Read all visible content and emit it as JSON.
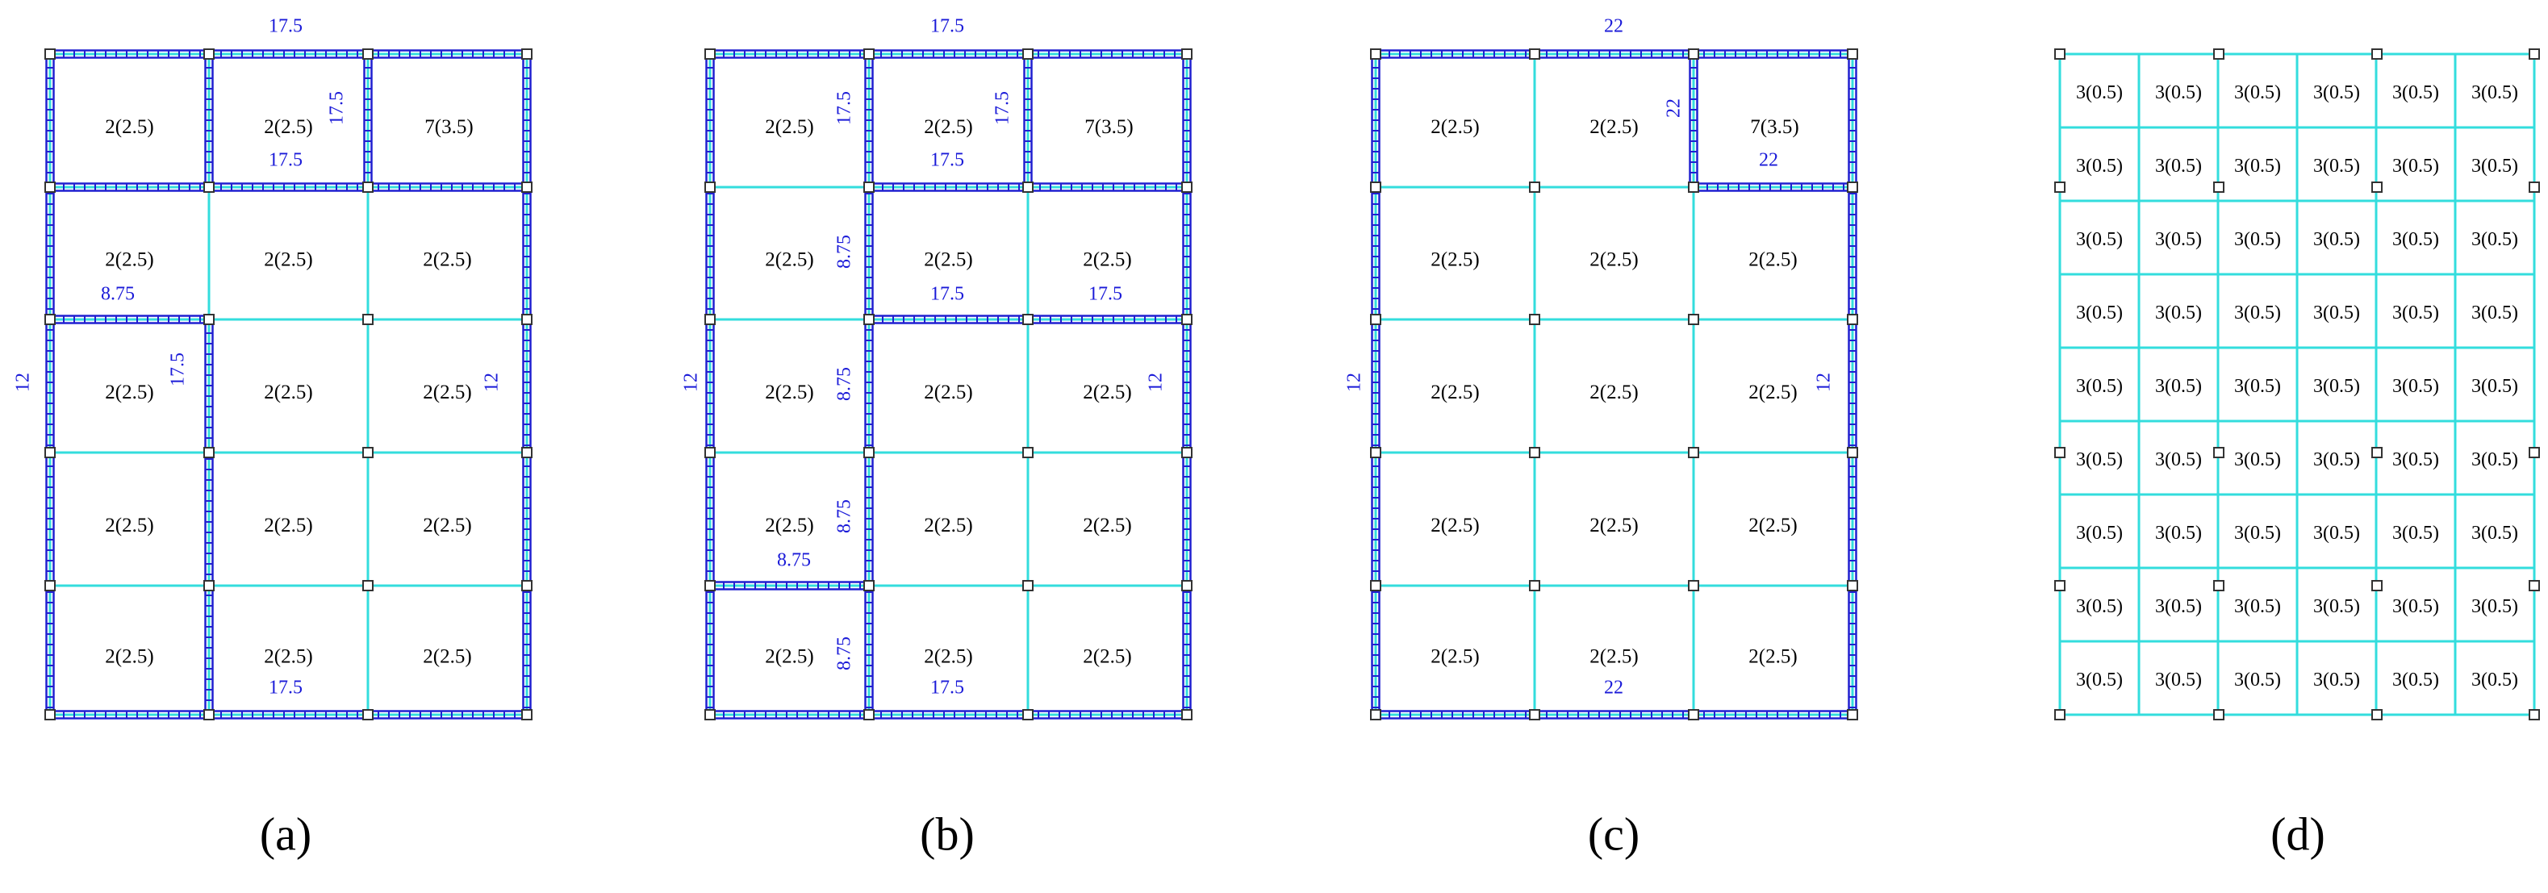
{
  "colors": {
    "grid": "#33dddd",
    "beam": "#2020d0",
    "node": "#333333",
    "text": "#000000",
    "blue_text": "#1a1ad8"
  },
  "panels": [
    {
      "id": "a",
      "caption": "(a)",
      "cells": [
        [
          "2(2.5)",
          "2(2.5)",
          "7(3.5)"
        ],
        [
          "2(2.5)",
          "2(2.5)",
          "2(2.5)"
        ],
        [
          "2(2.5)",
          "2(2.5)",
          "2(2.5)"
        ],
        [
          "2(2.5)",
          "2(2.5)",
          "2(2.5)"
        ],
        [
          "2(2.5)",
          "2(2.5)",
          "2(2.5)"
        ]
      ],
      "labels": {
        "top": "17.5",
        "row1_mid": "17.5",
        "col2_v": "17.5",
        "left_h": "8.75",
        "col1_v": "17.5",
        "left_side": "12",
        "right_side": "12",
        "bottom": "17.5"
      }
    },
    {
      "id": "b",
      "caption": "(b)",
      "cells": [
        [
          "2(2.5)",
          "2(2.5)",
          "7(3.5)"
        ],
        [
          "2(2.5)",
          "2(2.5)",
          "2(2.5)"
        ],
        [
          "2(2.5)",
          "2(2.5)",
          "2(2.5)"
        ],
        [
          "2(2.5)",
          "2(2.5)",
          "2(2.5)"
        ],
        [
          "2(2.5)",
          "2(2.5)",
          "2(2.5)"
        ]
      ],
      "labels": {
        "top": "17.5",
        "col1_v_r1": "17.5",
        "col2_v_r1": "17.5",
        "row1_mid": "17.5",
        "v_r2": "8.75",
        "h_r2_mid": "17.5",
        "h_r2_right": "17.5",
        "v_r3": "8.75",
        "v_r4": "8.75",
        "h_r4_left": "8.75",
        "v_r5": "8.75",
        "left_side": "12",
        "right_side": "12",
        "bottom": "17.5"
      }
    },
    {
      "id": "c",
      "caption": "(c)",
      "cells": [
        [
          "2(2.5)",
          "2(2.5)",
          "7(3.5)"
        ],
        [
          "2(2.5)",
          "2(2.5)",
          "2(2.5)"
        ],
        [
          "2(2.5)",
          "2(2.5)",
          "2(2.5)"
        ],
        [
          "2(2.5)",
          "2(2.5)",
          "2(2.5)"
        ],
        [
          "2(2.5)",
          "2(2.5)",
          "2(2.5)"
        ]
      ],
      "labels": {
        "top": "22",
        "col3_v": "22",
        "col3_h": "22",
        "left_side": "12",
        "right_side": "12",
        "bottom": "22"
      }
    },
    {
      "id": "d",
      "caption": "(d)",
      "cell_label": "3(0.5)",
      "rows": 9,
      "cols": 6
    }
  ]
}
